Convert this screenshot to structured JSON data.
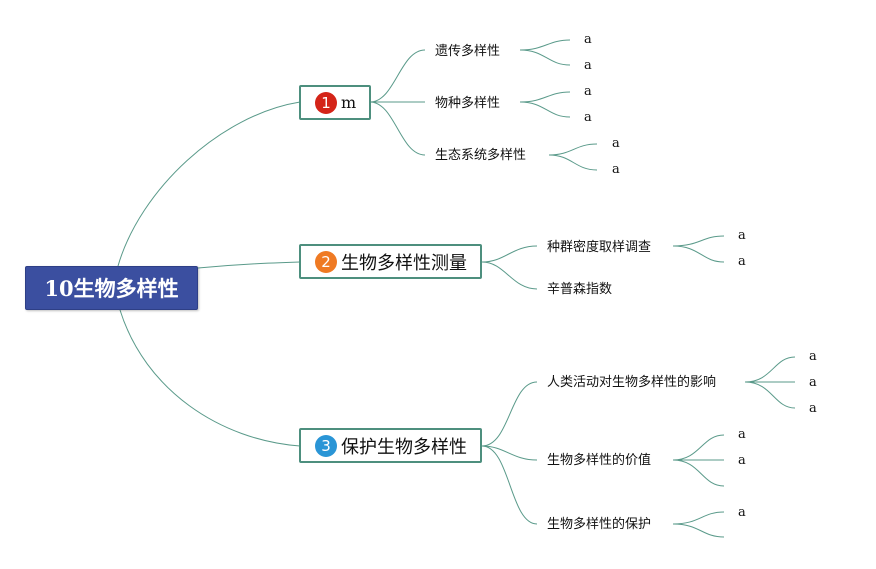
{
  "root": {
    "title": "10生物多样性"
  },
  "branches": [
    {
      "number": "1",
      "label": "m",
      "topics": [
        {
          "label": "遗传多样性",
          "leaves": [
            "a",
            "a"
          ]
        },
        {
          "label": "物种多样性",
          "leaves": [
            "a",
            "a"
          ]
        },
        {
          "label": "生态系统多样性",
          "leaves": [
            "a",
            "a"
          ]
        }
      ]
    },
    {
      "number": "2",
      "label": "生物多样性测量",
      "topics": [
        {
          "label": "种群密度取样调查",
          "leaves": [
            "a",
            "a"
          ]
        },
        {
          "label": "辛普森指数",
          "leaves": []
        }
      ]
    },
    {
      "number": "3",
      "label": "保护生物多样性",
      "topics": [
        {
          "label": "人类活动对生物多样性的影响",
          "leaves": [
            "a",
            "a",
            "a"
          ]
        },
        {
          "label": "生物多样性的价值",
          "leaves": [
            "a",
            "a",
            ""
          ]
        },
        {
          "label": "生物多样性的保护",
          "leaves": [
            "a",
            ""
          ]
        }
      ]
    }
  ],
  "colors": {
    "root_fill": "#3b4fa0",
    "connector": "#5a9a8a",
    "badge_1": "#d42418",
    "badge_2": "#ef7a23",
    "badge_3": "#2a95d6"
  }
}
